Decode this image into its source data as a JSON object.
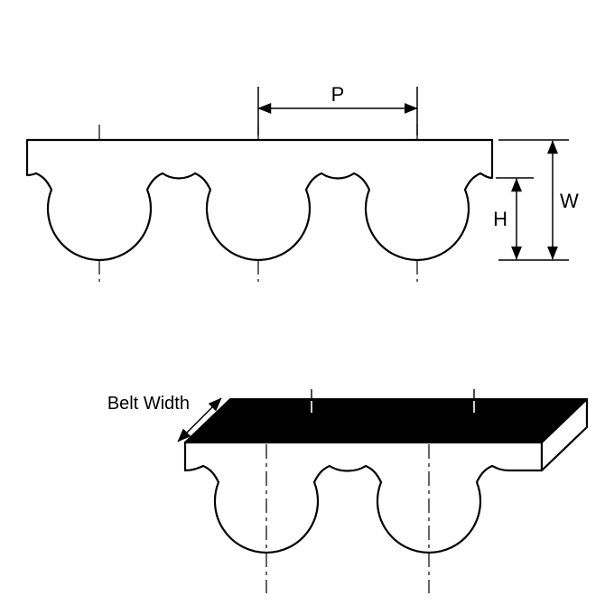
{
  "diagram": {
    "type": "timing-belt-technical-drawing",
    "labels": {
      "pitch": "P",
      "belt_thickness": "W",
      "tooth_height": "H",
      "belt_width": "Belt Width"
    },
    "colors": {
      "line": "#000000",
      "background": "#ffffff",
      "top_face_fill": "#000000",
      "belt_fill": "#ffffff"
    }
  }
}
